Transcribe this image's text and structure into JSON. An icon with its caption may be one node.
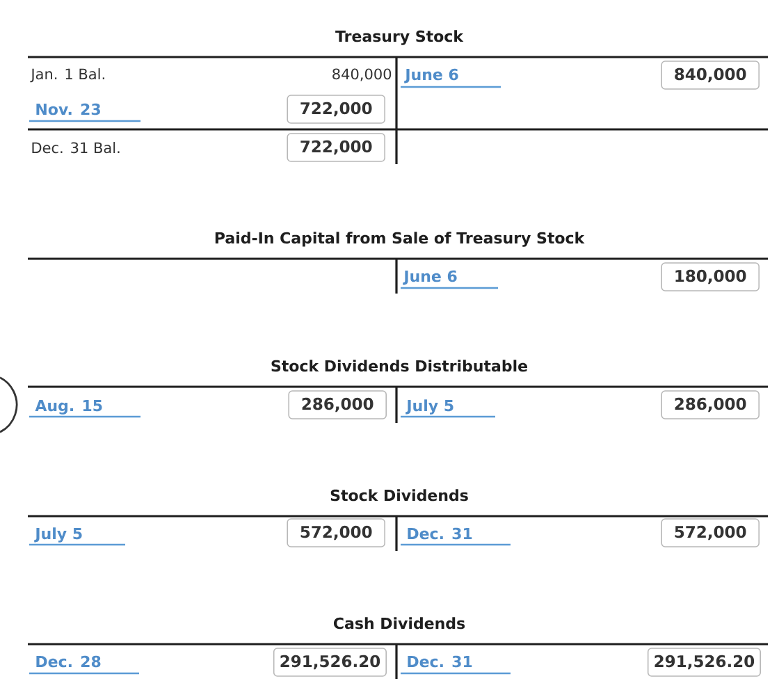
{
  "diagram": {
    "nodes": [
      {
        "text": [
          "840,000"
        ]
      },
      {
        "text": [
          "722,000"
        ]
      },
      {
        "text": [
          "722,000"
        ]
      },
      {
        "text": [
          "180,000"
        ]
      },
      {
        "text": [
          "286,000"
        ]
      },
      {
        "text": [
          "286,000"
        ]
      },
      {
        "text": [
          "572,000"
        ]
      },
      {
        "text": [
          "572,000"
        ]
      },
      {
        "text": [
          "291,526.20"
        ]
      },
      {
        "text": [
          "291,526.20"
        ]
      }
    ],
    "labels": [
      "Treasury Stock",
      "Jan. 1 Bal.",
      "840,000",
      "June 6",
      "Nov. 23",
      "Dec. 31 Bal.",
      "Paid-In Capital from Sale of Treasury Stock",
      "June 6",
      "Stock Dividends Distributable",
      "Aug. 15",
      "July 5",
      "Stock Dividends",
      "July 5",
      "Dec. 31",
      "Cash Dividends",
      "Dec. 28",
      "Dec. 31"
    ]
  }
}
